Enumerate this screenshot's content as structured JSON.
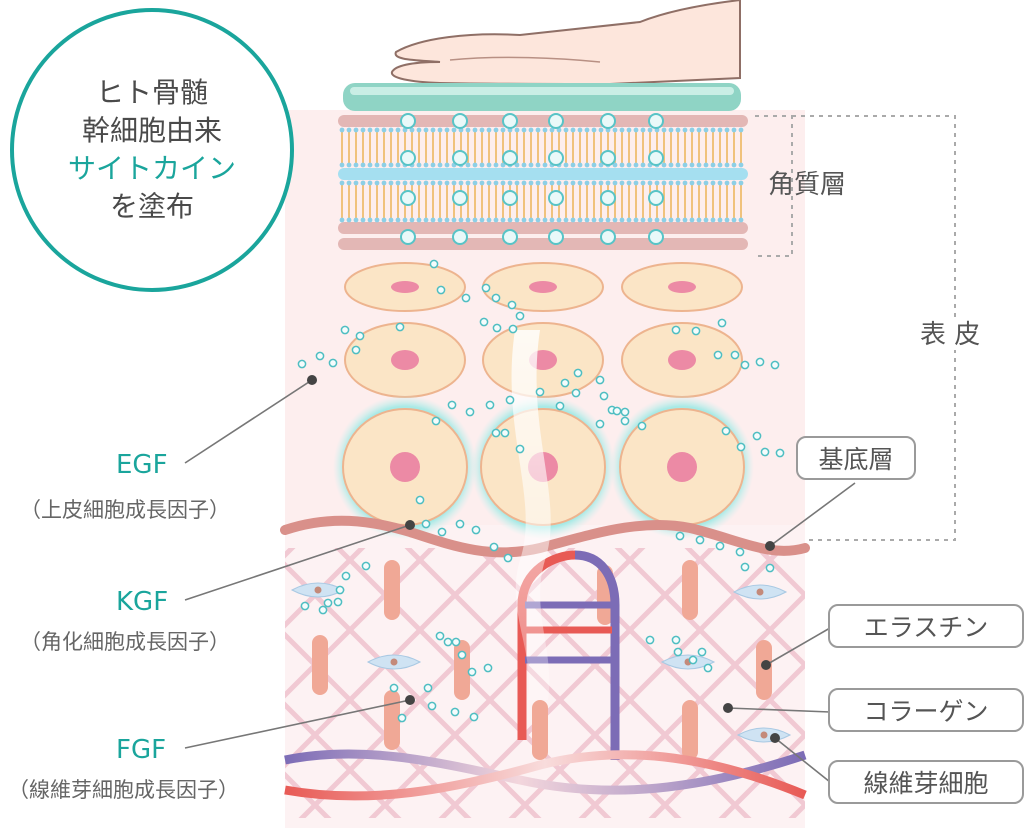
{
  "intro": {
    "line1": "ヒト骨髄",
    "line2": "幹細胞由来",
    "line3": "サイトカイン",
    "line4": "を塗布"
  },
  "layers": {
    "stratum_corneum": "角質層",
    "epidermis": "表 皮",
    "basal_layer": "基底層"
  },
  "factors": [
    {
      "name": "EGF",
      "desc": "（上皮細胞成長因子）"
    },
    {
      "name": "KGF",
      "desc": "（角化細胞成長因子）"
    },
    {
      "name": "FGF",
      "desc": "（線維芽細胞成長因子）"
    }
  ],
  "dermis_labels": {
    "elastin": "エラスチン",
    "collagen": "コラーゲン",
    "fibroblast": "線維芽細胞"
  },
  "colors": {
    "accent_teal": "#1aa59c",
    "cell_fill": "#fbe5c6",
    "nucleus": "#ec8aa5",
    "membrane": "#e3b7b5",
    "lipid": "#f0c27c",
    "vessel_red": "#e85a55",
    "vessel_purple": "#7c6cb6"
  }
}
